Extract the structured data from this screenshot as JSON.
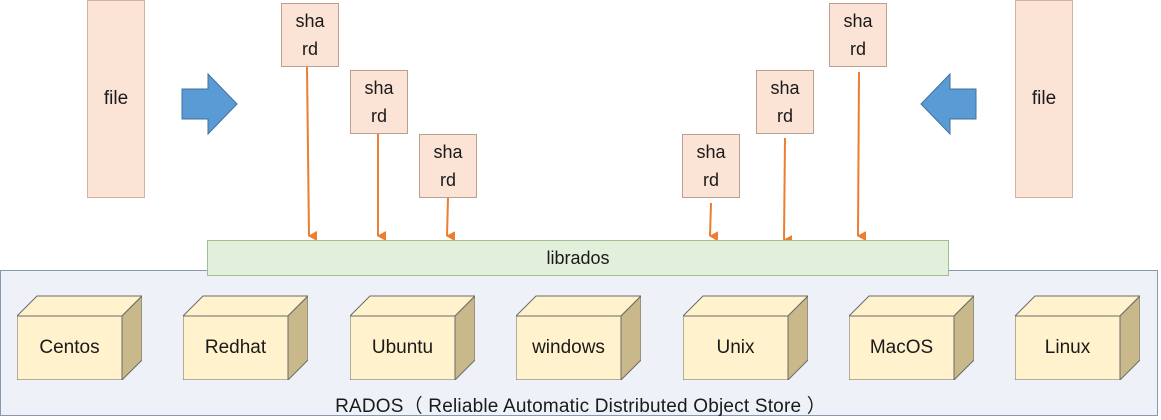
{
  "left_file": {
    "label": "file"
  },
  "right_file": {
    "label": "file"
  },
  "shards": [
    {
      "label": "shard"
    },
    {
      "label": "shard"
    },
    {
      "label": "shard"
    },
    {
      "label": "shard"
    },
    {
      "label": "shard"
    },
    {
      "label": "shard"
    }
  ],
  "librados": {
    "label": "librados"
  },
  "rados": {
    "label": "RADOS（ Reliable Automatic Distributed Object Store ）",
    "os_nodes": [
      "Centos",
      "Redhat",
      "Ubuntu",
      "windows",
      "Unix",
      "MacOS",
      "Linux"
    ]
  },
  "colors": {
    "file_fill": "#fbe3d6",
    "librados_fill": "#e2efda",
    "cube_front": "#fff2cc",
    "cube_side": "#c9b98a",
    "arrow_orange": "#ed7d31",
    "block_arrow_blue": "#5b9bd5"
  }
}
